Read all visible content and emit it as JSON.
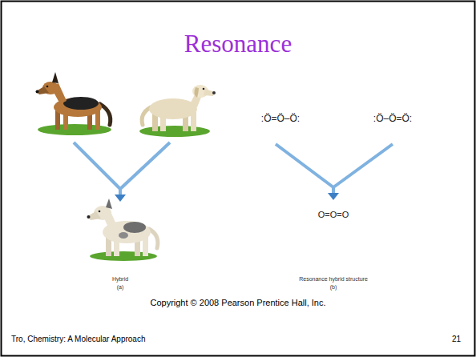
{
  "diagram": {
    "title": "Resonance",
    "labels": [
      ":Ö=Ö–Ö:",
      ":Ö–Ö=Ö:",
      "Hybrid",
      "(a)",
      "O=O=O",
      "Resonance hybrid structure",
      "(b)",
      "Copyright © 2008 Pearson Prentice Hall, Inc.",
      "Tro, Chemistry: A Molecular Approach",
      "21"
    ]
  }
}
